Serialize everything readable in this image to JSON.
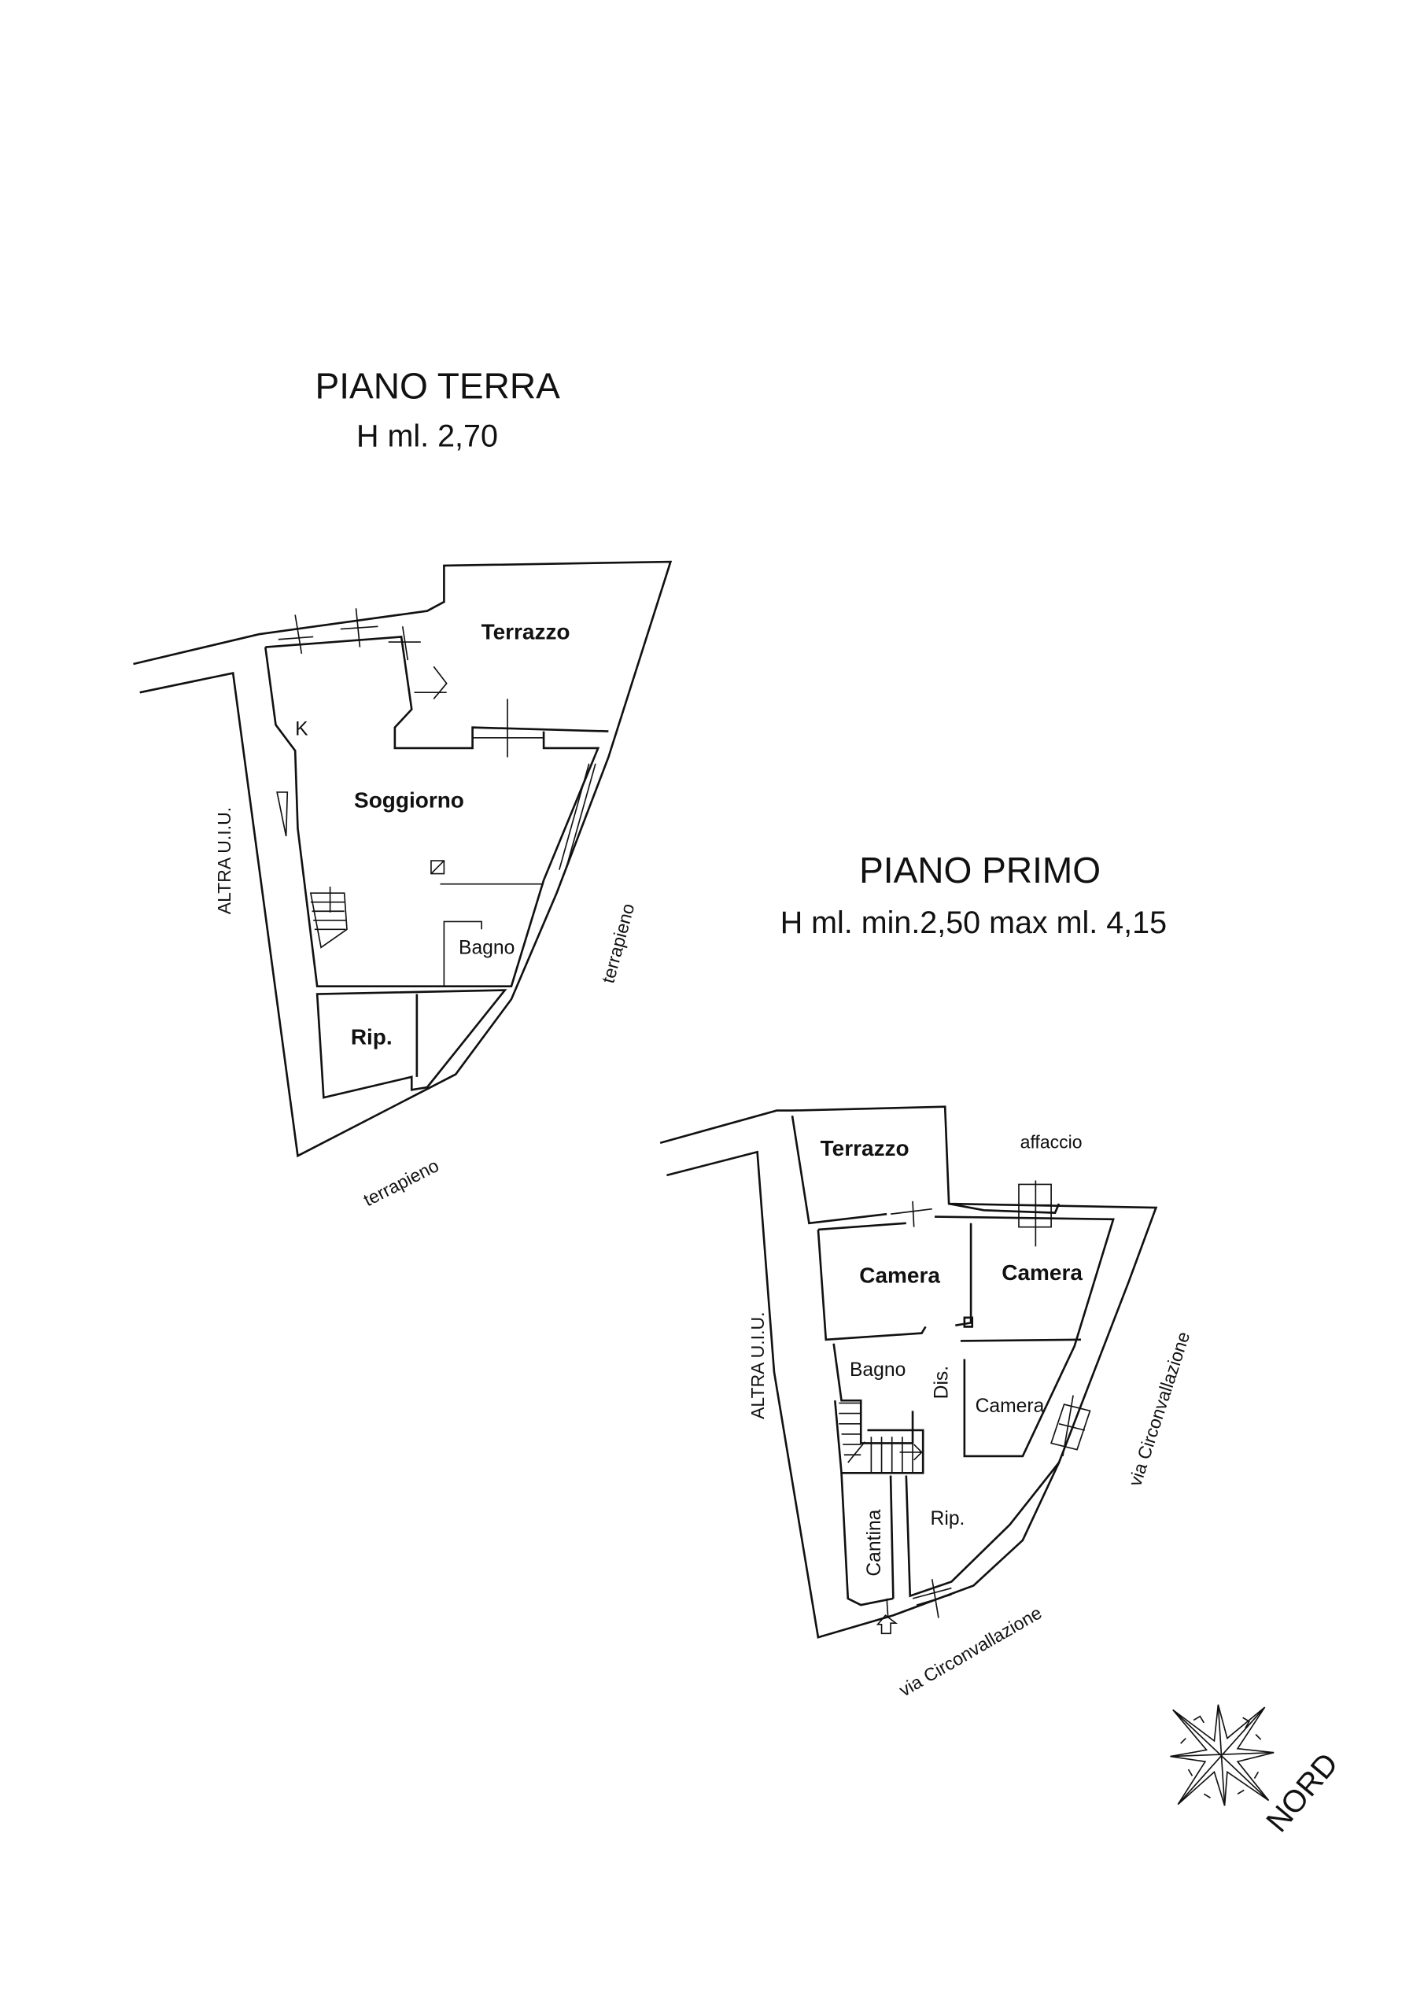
{
  "ground_floor": {
    "title": "PIANO TERRA",
    "height": "H ml. 2,70",
    "rooms": {
      "terrazzo": "Terrazzo",
      "kitchen_mark": "K",
      "soggiorno": "Soggiorno",
      "bagno": "Bagno",
      "rip": "Rip."
    },
    "neighbors": {
      "left": "ALTRA U.I.U.",
      "right": "terrapieno",
      "bottom": "terrapieno"
    }
  },
  "first_floor": {
    "title": "PIANO PRIMO",
    "height": "H  ml. min.2,50 max ml. 4,15",
    "rooms": {
      "terrazzo": "Terrazzo",
      "affaccio": "affaccio",
      "camera_1": "Camera",
      "camera_2": "Camera",
      "bagno": "Bagno",
      "dis": "Dis.",
      "camera_3": "Camera",
      "rip": "Rip.",
      "cantina": "Cantina"
    },
    "neighbors": {
      "left": "ALTRA U.I.U.",
      "right": "via Circonvallazione",
      "bottom": "via Circonvallazione"
    }
  },
  "compass": {
    "icon": "compass-rose-icon",
    "label": "NORD"
  }
}
